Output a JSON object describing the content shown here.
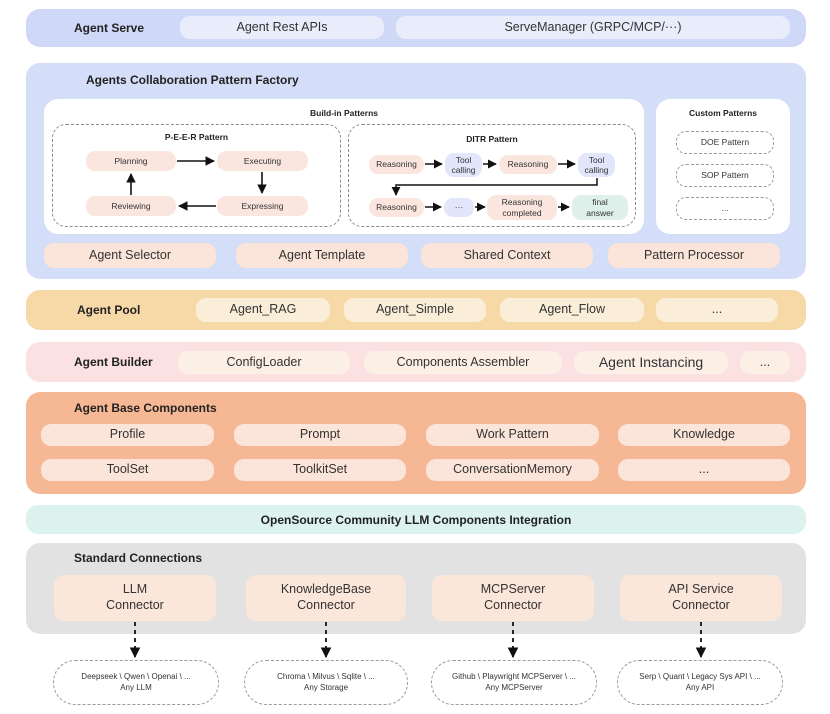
{
  "colors": {
    "serve_band": "#cfd8f7",
    "serve_pill": "#e8ecfb",
    "factory_band": "#d4def8",
    "pool_band": "#f7d9a8",
    "pool_pill": "#fbeed8",
    "builder_band": "#fbe1e1",
    "builder_pill": "#fcefe6",
    "base_band": "#f6b894",
    "base_pill": "#fbe4d9",
    "community_band": "#dcf2ee",
    "standard_band": "#e2e2e2",
    "standard_pill": "#fbe6da",
    "reasoning_pill": "#fbe6df",
    "tool_pill": "#e2e6fa",
    "final_pill": "#dff0ea"
  },
  "agent_serve": {
    "title": "Agent Serve",
    "items": [
      "Agent Rest APIs",
      "ServeManager (GRPC/MCP/···)"
    ]
  },
  "factory": {
    "title": "Agents Collaboration Pattern Factory",
    "buildin_title": "Build-in Patterns",
    "peer": {
      "title": "P-E-E-R Pattern",
      "planning": "Planning",
      "executing": "Executing",
      "reviewing": "Reviewing",
      "expressing": "Expressing"
    },
    "ditr": {
      "title": "DITR  Pattern",
      "reasoning": "Reasoning",
      "tool_calling": "Tool calling",
      "ellipsis": "···",
      "reasoning_completed": "Reasoning completed",
      "final_answer": "final answer"
    },
    "custom": {
      "title": "Custom Patterns",
      "items": [
        "DOE Pattern",
        "SOP Pattern",
        "..."
      ]
    },
    "bottom": [
      "Agent Selector",
      "Agent Template",
      "Shared Context",
      "Pattern Processor"
    ]
  },
  "agent_pool": {
    "title": "Agent Pool",
    "items": [
      "Agent_RAG",
      "Agent_Simple",
      "Agent_Flow",
      "..."
    ]
  },
  "agent_builder": {
    "title": "Agent Builder",
    "items": [
      "ConfigLoader",
      "Components Assembler",
      "Agent Instancing",
      "..."
    ]
  },
  "base_components": {
    "title": "Agent Base Components",
    "row1": [
      "Profile",
      "Prompt",
      "Work Pattern",
      "Knowledge"
    ],
    "row2": [
      "ToolSet",
      "ToolkitSet",
      "ConversationMemory",
      "..."
    ]
  },
  "community": {
    "title": "OpenSource Community LLM Components Integration"
  },
  "standard": {
    "title": "Standard Connections",
    "connectors": [
      {
        "l1": "LLM",
        "l2": "Connector"
      },
      {
        "l1": "KnowledgeBase",
        "l2": "Connector"
      },
      {
        "l1": "MCPServer",
        "l2": "Connector"
      },
      {
        "l1": "API Service",
        "l2": "Connector"
      }
    ],
    "outputs": [
      {
        "l1": "Deepseek \\ Qwen \\ Openai \\ ...",
        "l2": "Any LLM"
      },
      {
        "l1": "Chroma \\ Milvus \\ Sqlite \\ ...",
        "l2": "Any Storage"
      },
      {
        "l1": "Github \\ Playwright  MCPServer \\  ...",
        "l2": "Any MCPServer"
      },
      {
        "l1": "Serp \\ Quant \\ Legacy Sys API \\  ...",
        "l2": "Any API"
      }
    ]
  }
}
